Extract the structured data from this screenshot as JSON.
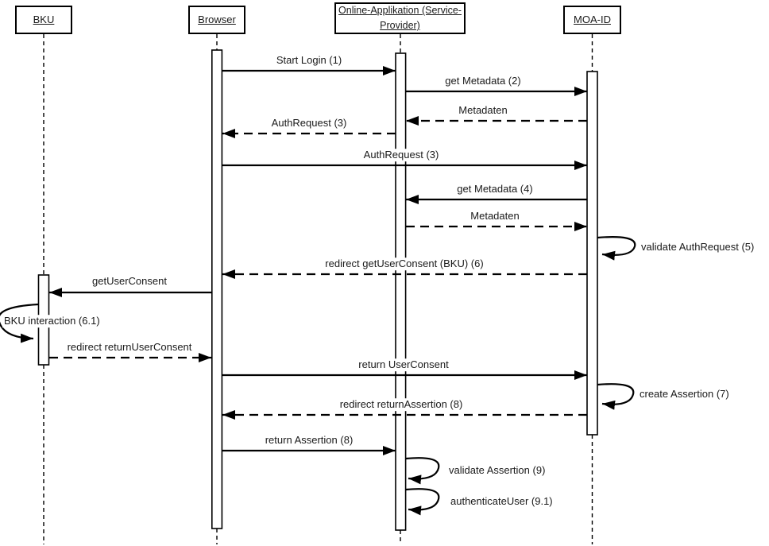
{
  "diagram": {
    "kind": "uml-sequence-diagram",
    "colors": {
      "line": "#000000",
      "text": "#1a1a1a",
      "background": "#ffffff"
    }
  },
  "actors": [
    {
      "name": "BKU"
    },
    {
      "name": "Browser"
    },
    {
      "name": "Online-Applikation (Service-\nProvider)"
    },
    {
      "name": "MOA-ID"
    }
  ],
  "messages": [
    {
      "label": "Start Login (1)",
      "from": "Browser",
      "to": "Online-Applikation",
      "type": "solid"
    },
    {
      "label": "get Metadata (2)",
      "from": "Online-Applikation",
      "to": "MOA-ID",
      "type": "solid"
    },
    {
      "label": "Metadaten",
      "from": "MOA-ID",
      "to": "Online-Applikation",
      "type": "dashed"
    },
    {
      "label": "AuthRequest (3)",
      "from": "Online-Applikation",
      "to": "Browser",
      "type": "dashed"
    },
    {
      "label": "AuthRequest (3)",
      "from": "Browser",
      "to": "MOA-ID",
      "type": "solid"
    },
    {
      "label": "get Metadata (4)",
      "from": "MOA-ID",
      "to": "Online-Applikation",
      "type": "solid"
    },
    {
      "label": "Metadaten",
      "from": "Online-Applikation",
      "to": "MOA-ID",
      "type": "dashed"
    },
    {
      "label": "validate AuthRequest (5)",
      "from": "MOA-ID",
      "to": "MOA-ID",
      "type": "self"
    },
    {
      "label": "redirect getUserConsent (BKU) (6)",
      "from": "MOA-ID",
      "to": "Browser",
      "type": "dashed"
    },
    {
      "label": "getUserConsent",
      "from": "Browser",
      "to": "BKU",
      "type": "solid"
    },
    {
      "label": "BKU interaction (6.1)",
      "from": "BKU",
      "to": "BKU",
      "type": "self"
    },
    {
      "label": "redirect returnUserConsent",
      "from": "BKU",
      "to": "Browser",
      "type": "dashed"
    },
    {
      "label": "return UserConsent",
      "from": "Browser",
      "to": "MOA-ID",
      "type": "solid"
    },
    {
      "label": "create Assertion (7)",
      "from": "MOA-ID",
      "to": "MOA-ID",
      "type": "self"
    },
    {
      "label": "redirect returnAssertion (8)",
      "from": "MOA-ID",
      "to": "Browser",
      "type": "dashed"
    },
    {
      "label": "return Assertion (8)",
      "from": "Browser",
      "to": "Online-Applikation",
      "type": "solid"
    },
    {
      "label": "validate Assertion (9)",
      "from": "Online-Applikation",
      "to": "Online-Applikation",
      "type": "self"
    },
    {
      "label": "authenticateUser (9.1)",
      "from": "Online-Applikation",
      "to": "Online-Applikation",
      "type": "self"
    }
  ]
}
